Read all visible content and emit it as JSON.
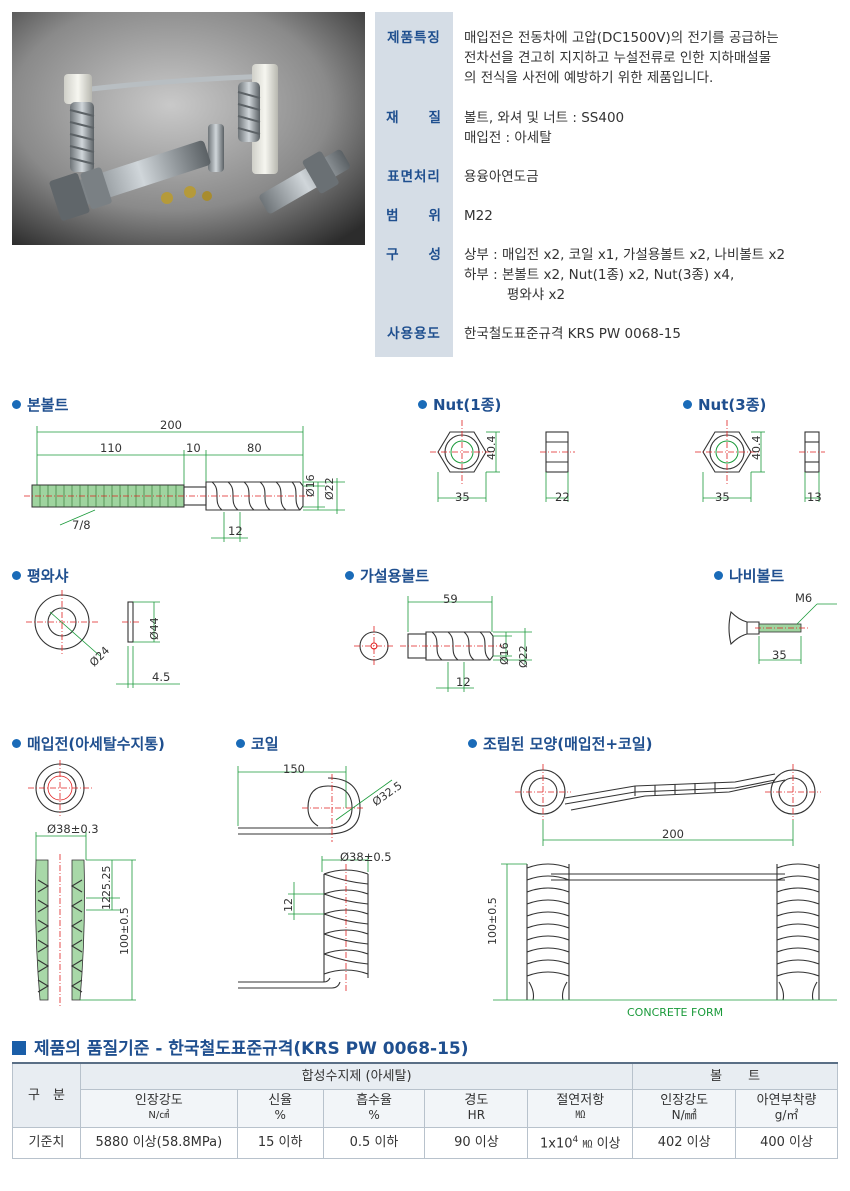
{
  "specs": [
    {
      "label": "제품특징",
      "lines": [
        "매입전은 전동차에 고압(DC1500V)의 전기를 공급하는",
        "전차선을 견고히 지지하고 누설전류로 인한 지하매설물",
        "의 전식을 사전에 예방하기 위한 제품입니다."
      ]
    },
    {
      "label": "재　　질",
      "lines": [
        "볼트, 와셔 및 너트 : SS400",
        "매입전 : 아세탈"
      ]
    },
    {
      "label": "표면처리",
      "lines": [
        "용융아연도금"
      ]
    },
    {
      "label": "범　　위",
      "lines": [
        "M22"
      ]
    },
    {
      "label": "구　　성",
      "lines": [
        "상부 : 매입전 x2, 코일 x1, 가설용볼트 x2, 나비볼트 x2",
        "하부 : 본볼트 x2, Nut(1종) x2, Nut(3종) x4,",
        "          평와샤 x2"
      ]
    },
    {
      "label": "사용용도",
      "lines": [
        "한국철도표준규격 KRS PW 0068-15"
      ]
    }
  ],
  "drawings": {
    "main_bolt": {
      "title": "본볼트",
      "dims": {
        "total": "200",
        "thread": "110",
        "gap": "10",
        "coil": "80",
        "pitch": "12",
        "thread_pitch": "7/8",
        "d1": "Ø16",
        "d2": "Ø22"
      }
    },
    "nut1": {
      "title": "Nut(1종)",
      "dims": {
        "h": "40.4",
        "w": "35",
        "t": "22"
      }
    },
    "nut3": {
      "title": "Nut(3종)",
      "dims": {
        "h": "40.4",
        "w": "35",
        "t": "13"
      }
    },
    "washer": {
      "title": "평와샤",
      "dims": {
        "od": "Ø44",
        "id": "Ø24",
        "t": "4.5"
      }
    },
    "temp_bolt": {
      "title": "가설용볼트",
      "dims": {
        "len": "59",
        "pitch": "12",
        "d1": "Ø16",
        "d2": "Ø22"
      }
    },
    "wing_bolt": {
      "title": "나비볼트",
      "dims": {
        "thread": "M6",
        "len": "35"
      }
    },
    "insulator": {
      "title": "매입전(아세탈수지통)",
      "dims": {
        "dia": "Ø38",
        "dia_tol": "±0.3",
        "h1": "25.25",
        "h2": "12",
        "len": "100",
        "len_tol": "±0.5"
      }
    },
    "coil": {
      "title": "코일",
      "dims": {
        "len": "150",
        "dia": "Ø32.5",
        "dia2": "Ø38",
        "dia2_tol": "±0.5",
        "pitch": "12"
      }
    },
    "assembly": {
      "title": "조립된 모양(매입전+코일)",
      "dims": {
        "span": "200",
        "height": "100±0.5"
      },
      "note": "CONCRETE FORM"
    }
  },
  "quality": {
    "title": "제품의 품질기준 - 한국철도표준규격(KRS PW 0068-15)",
    "row_header": "구　분",
    "group_resin": "합성수지제 (아세탈)",
    "group_bolt": "볼　　트",
    "columns": [
      {
        "name": "인장강도",
        "unit": "N/㎠"
      },
      {
        "name": "신율",
        "unit": "%"
      },
      {
        "name": "흡수율",
        "unit": "%"
      },
      {
        "name": "경도",
        "unit": "HR"
      },
      {
        "name": "절연저항",
        "unit": "㏁"
      },
      {
        "name": "인장강도",
        "unit": "N/㎟"
      },
      {
        "name": "아연부착량",
        "unit": "g/㎡"
      }
    ],
    "row_label": "기준치",
    "values": [
      "5880 이상(58.8MPa)",
      "15 이하",
      "0.5 이하",
      "90 이상",
      "1x10",
      "402 이상",
      "400 이상"
    ],
    "insulation_exp": "4",
    "insulation_unit": "㏁",
    "insulation_suffix": "이상"
  },
  "colors": {
    "accent": "#1f4f8f",
    "dimension": "#1a9a3a",
    "center": "#e02020",
    "label_bg": "#d5dde6"
  }
}
